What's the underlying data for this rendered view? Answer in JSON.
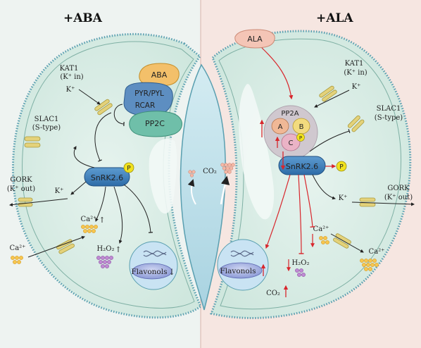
{
  "panels": {
    "left_title": "+ABA",
    "right_title": "+ALA"
  },
  "left": {
    "kat1": "KAT1",
    "kat1_sub": "(K⁺ in)",
    "k_plus_top": "K⁺",
    "slac1": "SLAC1",
    "slac1_sub": "(S-type)",
    "gork": "GORK",
    "gork_sub": "(K⁺ out)",
    "k_plus_gork": "K⁺",
    "aba": "ABA",
    "receptor_line1": "PYR/PYL",
    "receptor_line2": "RCAR",
    "pp2c": "PP2C",
    "snrk": "SnRK2.6",
    "phospho": "P",
    "ca_in": "Ca²⁺",
    "ca_out": "Ca²⁺",
    "h2o2": "H₂O₂",
    "flavonols": "Flavonols"
  },
  "center": {
    "co2": "CO₂"
  },
  "right": {
    "ala": "ALA",
    "pp2a": "PP2A",
    "sub_a": "A",
    "sub_b": "B",
    "sub_c": "C",
    "phospho_c": "P",
    "kat1": "KAT1",
    "kat1_sub": "(K⁺ in)",
    "k_plus_top": "K⁺",
    "slac1": "SLAC1",
    "slac1_sub": "(S-type)",
    "snrk": "SnRK2.6",
    "phospho": "P",
    "gork": "GORK",
    "gork_sub": "(K⁺ out)",
    "k_plus_gork": "K⁺",
    "ca_in": "Ca²⁺",
    "ca_out": "Ca²⁺",
    "h2o2": "H₂O₂",
    "flavonols": "Flavonols",
    "co2": "CO₂"
  },
  "colors": {
    "left_bg": "#eef3f1",
    "right_bg": "#f6e6e1",
    "cell_fill": "#d8ece4",
    "cell_stroke": "#7fb0a4",
    "membrane": "#5a9fb0",
    "pore": "#bfdfe8",
    "snrk_fill": "#3f7fb5",
    "channel": "#e4d27a",
    "phospho": "#f1e21e",
    "red_arrow": "#d8262c",
    "ca_dot": "#f2b63e",
    "h2o2_dot": "#b47cc9"
  }
}
